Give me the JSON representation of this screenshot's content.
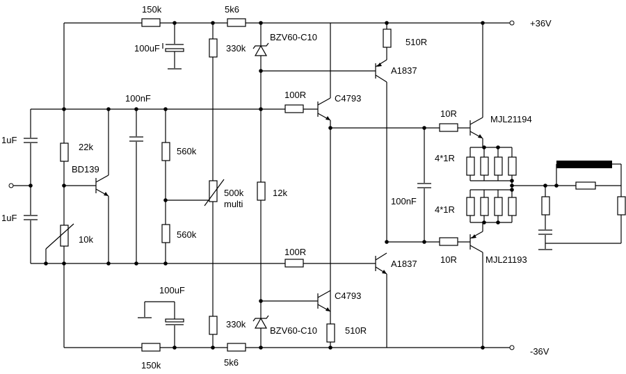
{
  "labels": {
    "r_150k_top": "150k",
    "c_100uF_top": "100uF",
    "r_5k6_top": "5k6",
    "r_330k_top": "330k",
    "z_top": "BZV60-C10",
    "r_510R_top": "510R",
    "vplus": "+36V",
    "q_a1837_top": "A1837",
    "c_100nF_top": "100nF",
    "r_100R_top": "100R",
    "q_c4793_top": "C4793",
    "r_10R_top": "10R",
    "q_mjl_top": "MJL21194",
    "c_1uF_top": "1uF",
    "r_22k": "22k",
    "q_bd139": "BD139",
    "r_560k_top": "560k",
    "r_4x1R_top": "4*1R",
    "p_500k": "500k",
    "p_multi": "multi",
    "r_12k": "12k",
    "c_100nF_mid": "100nF",
    "c_1uF_bot": "1uF",
    "r_4x1R_bot": "4*1R",
    "p_10k": "10k",
    "r_560k_bot": "560k",
    "r_100R_bot": "100R",
    "q_a1837_bot": "A1837",
    "r_10R_bot": "10R",
    "q_mjl_bot": "MJL21193",
    "c_100uF_bot": "100uF",
    "q_c4793_bot": "C4793",
    "r_330k_bot": "330k",
    "z_bot": "BZV60-C10",
    "r_510R_bot": "510R",
    "vminus": "-36V",
    "r_150k_bot": "150k",
    "r_5k6_bot": "5k6"
  }
}
